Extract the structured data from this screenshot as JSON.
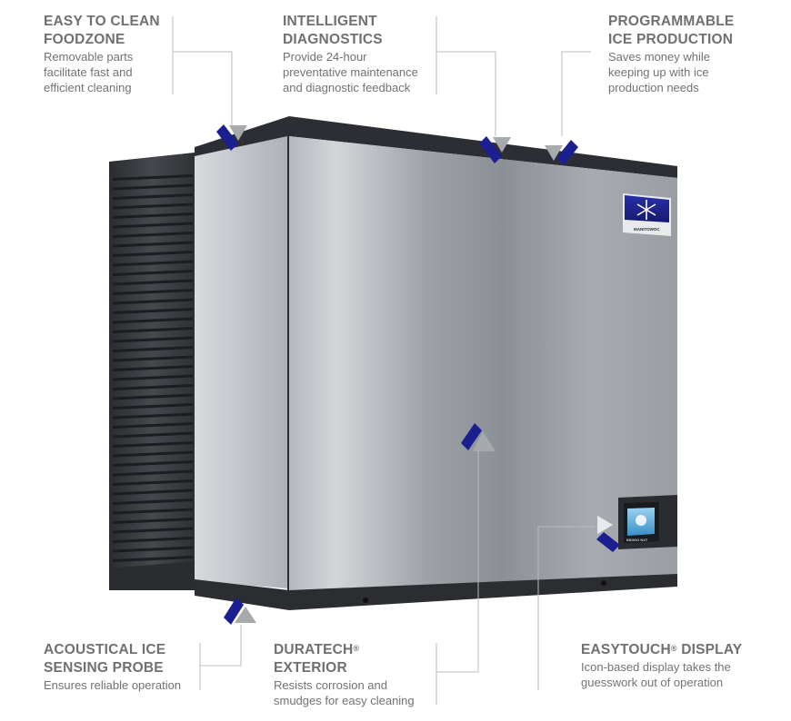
{
  "callouts": [
    {
      "id": "easy-clean",
      "title_lines": [
        "EASY TO CLEAN",
        "FOODZONE"
      ],
      "desc_lines": [
        "Removable parts",
        "facilitate fast and",
        "efficient cleaning"
      ]
    },
    {
      "id": "diagnostics",
      "title_lines": [
        "INTELLIGENT",
        "DIAGNOSTICS"
      ],
      "desc_lines": [
        "Provide 24-hour",
        "preventative maintenance",
        "and diagnostic feedback"
      ]
    },
    {
      "id": "programmable",
      "title_lines": [
        "PROGRAMMABLE",
        "ICE PRODUCTION"
      ],
      "desc_lines": [
        "Saves money while",
        "keeping up with ice",
        "production needs"
      ]
    },
    {
      "id": "acoustical",
      "title_lines": [
        "ACOUSTICAL ICE",
        "SENSING PROBE"
      ],
      "desc_lines": [
        "Ensures reliable operation"
      ]
    },
    {
      "id": "duratech",
      "title_lines": [
        "DURATECH",
        "EXTERIOR"
      ],
      "title_mark": "®",
      "desc_lines": [
        "Resists corrosion and",
        "smudges for easy cleaning"
      ]
    },
    {
      "id": "easytouch",
      "title_lines": [
        "EASYTOUCH",
        " DISPLAY"
      ],
      "title_mark": "®",
      "desc_lines": [
        "Icon-based display takes the",
        "guesswork out of operation"
      ]
    }
  ],
  "machine": {
    "brand_label": "MANITOWOC",
    "display_label": "INDIGO NXT",
    "colors": {
      "accent": "#1b1f8f",
      "marker_gray": "#a7a9ad",
      "trim": "#2b2d31",
      "steel_light": "#c9cbd0",
      "steel_dark": "#8e9197"
    }
  }
}
